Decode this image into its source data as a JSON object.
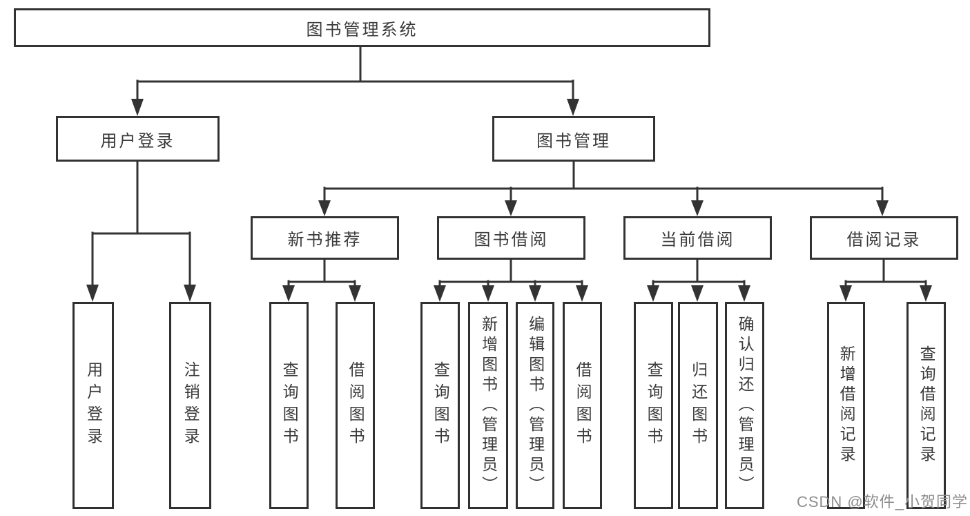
{
  "diagram": {
    "tree": {
      "label": "图书管理系统",
      "children": [
        {
          "label": "用户登录",
          "children": [
            {
              "label": "用户登录"
            },
            {
              "label": "注销登录"
            }
          ]
        },
        {
          "label": "图书管理",
          "children": [
            {
              "label": "新书推荐",
              "children": [
                {
                  "label": "查询图书"
                },
                {
                  "label": "借阅图书"
                }
              ]
            },
            {
              "label": "图书借阅",
              "children": [
                {
                  "label": "查询图书"
                },
                {
                  "label": "新增图书（管理员）"
                },
                {
                  "label": "编辑图书（管理员）"
                },
                {
                  "label": "借阅图书"
                }
              ]
            },
            {
              "label": "当前借阅",
              "children": [
                {
                  "label": "查询图书"
                },
                {
                  "label": "归还图书"
                },
                {
                  "label": "确认归还（管理员）"
                }
              ]
            },
            {
              "label": "借阅记录",
              "children": [
                {
                  "label": "新增借阅记录"
                },
                {
                  "label": "查询借阅记录"
                }
              ]
            }
          ]
        }
      ]
    },
    "colors": {
      "line": "#333333",
      "box_border": "#333333",
      "box_fill": "#ffffff",
      "text": "#3a3a3a",
      "watermark": "#8c8c8c",
      "background": "#ffffff"
    }
  },
  "watermark": {
    "text": "CSDN @软件_小贺同学"
  }
}
